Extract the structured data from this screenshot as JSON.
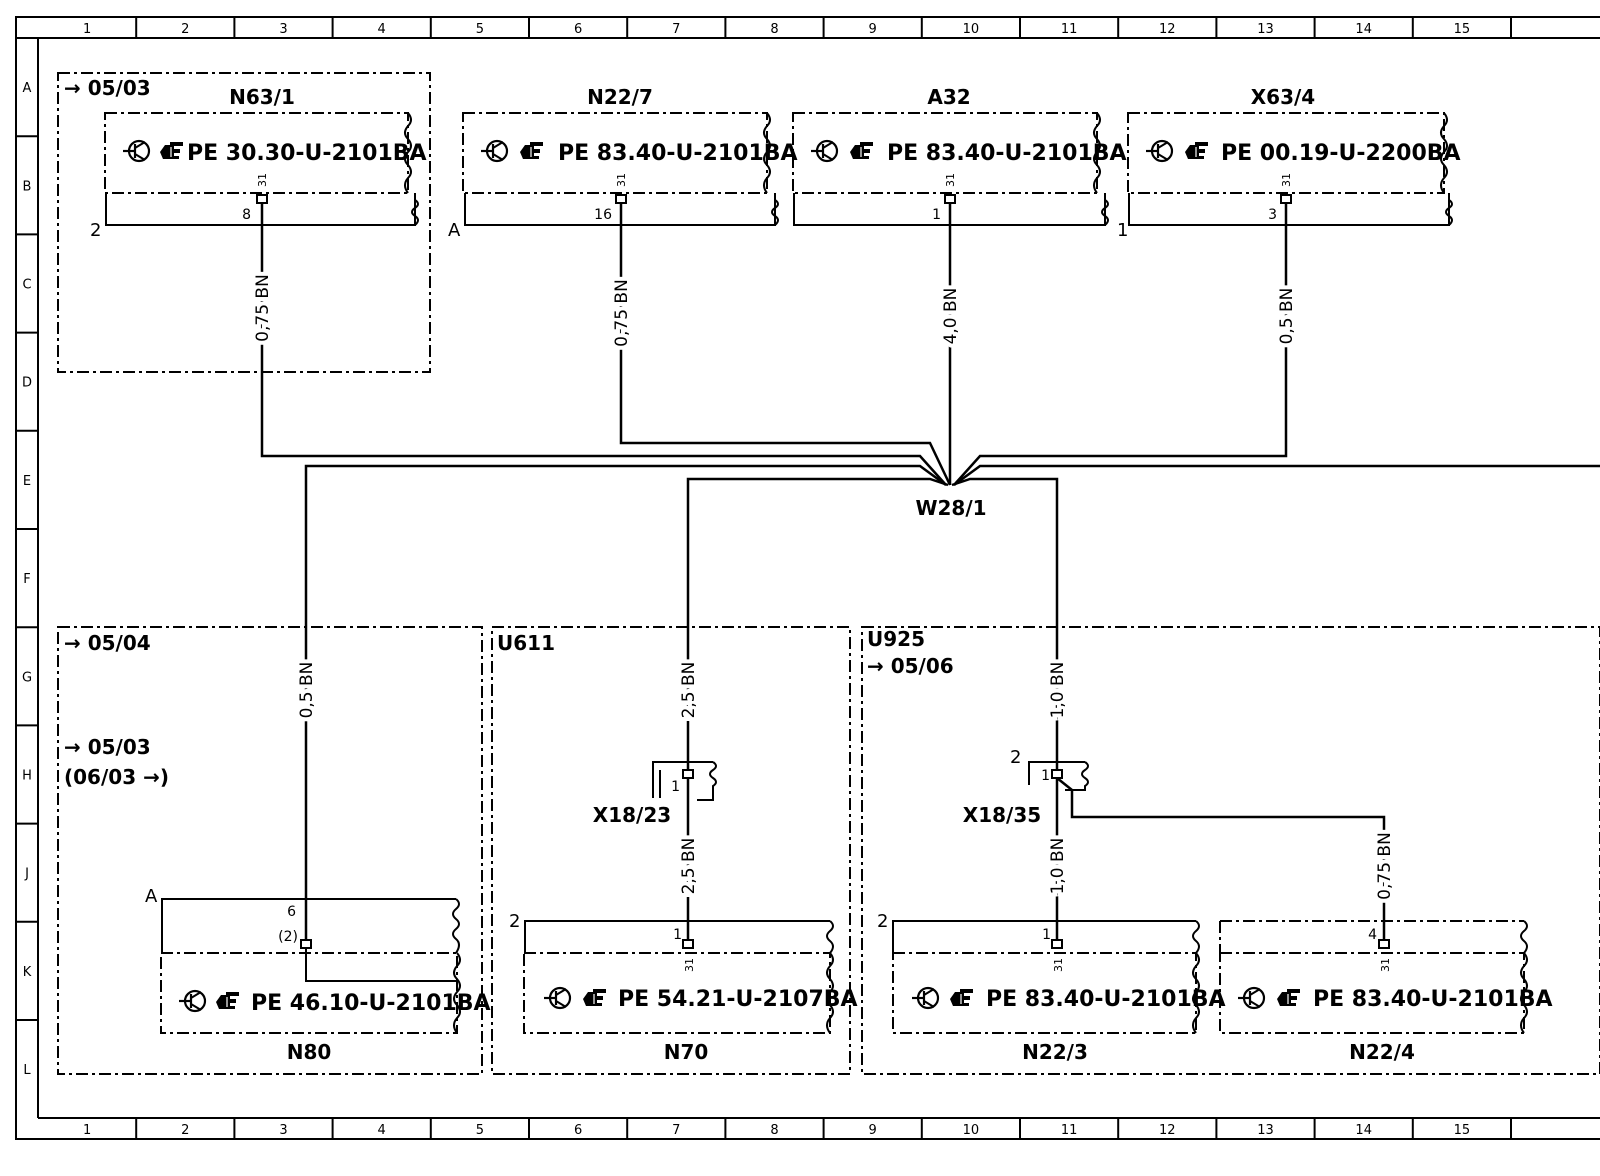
{
  "frame": {
    "columns": [
      "1",
      "2",
      "3",
      "4",
      "5",
      "6",
      "7",
      "8",
      "9",
      "10",
      "11",
      "12",
      "13",
      "14",
      "15"
    ],
    "rows": [
      "A",
      "B",
      "C",
      "D",
      "E",
      "F",
      "G",
      "H",
      "J",
      "K",
      "L"
    ]
  },
  "areas": {
    "top_left_ref": "→ 05/03",
    "bottom_left_ref1": "→ 05/04",
    "bottom_left_ref2": "→ 05/03",
    "bottom_left_ref3": "(06/03 →)",
    "u611": "U611",
    "u925": "U925",
    "u925_ref": "→ 05/06"
  },
  "components": {
    "n63_1": {
      "label": "N63/1",
      "pe": "PE  30.30-U-2101BA",
      "pin": "8",
      "pin_ref": "31",
      "end": "2"
    },
    "n22_7": {
      "label": "N22/7",
      "pe": "PE  83.40-U-2101BA",
      "pin": "16",
      "pin_ref": "31",
      "end": "A"
    },
    "a32": {
      "label": "A32",
      "pe": "PE  83.40-U-2101BA",
      "pin": "1",
      "pin_ref": "31"
    },
    "x63_4": {
      "label": "X63/4",
      "pe": "PE  00.19-U-2200BA",
      "pin": "3",
      "pin_ref": "31",
      "end": "1"
    },
    "n80": {
      "label": "N80",
      "pe": "PE  46.10-U-2101BA",
      "pin": "6",
      "pin_alt": "(2)",
      "end": "A"
    },
    "n70": {
      "label": "N70",
      "pe": "PE  54.21-U-2107BA",
      "pin": "1",
      "pin_ref": "31",
      "end": "2"
    },
    "n22_3": {
      "label": "N22/3",
      "pe": "PE  83.40-U-2101BA",
      "pin": "1",
      "pin_ref": "31",
      "end": "2"
    },
    "n22_4": {
      "label": "N22/4",
      "pe": "PE  83.40-U-2101BA",
      "pin": "4",
      "pin_ref": "31"
    },
    "x18_23": {
      "label": "X18/23",
      "pin": "1"
    },
    "x18_35": {
      "label": "X18/35",
      "pin": "1",
      "end": "2"
    },
    "w28_1": {
      "label": "W28/1"
    }
  },
  "wires": {
    "n63_1": "0,75 BN",
    "n22_7": "0,75 BN",
    "a32": "4,0 BN",
    "x63_4": "0,5 BN",
    "n80": "0,5 BN",
    "u611_upper": "2,5 BN",
    "u611_lower": "2,5 BN",
    "u925_upper": "1,0 BN",
    "n22_3": "1,0 BN",
    "n22_4": "0,75 BN"
  },
  "icons": {
    "ground": "ground-symbol-icon",
    "reference": "pointing-hand-icon",
    "connector": "connector-pin-icon"
  }
}
